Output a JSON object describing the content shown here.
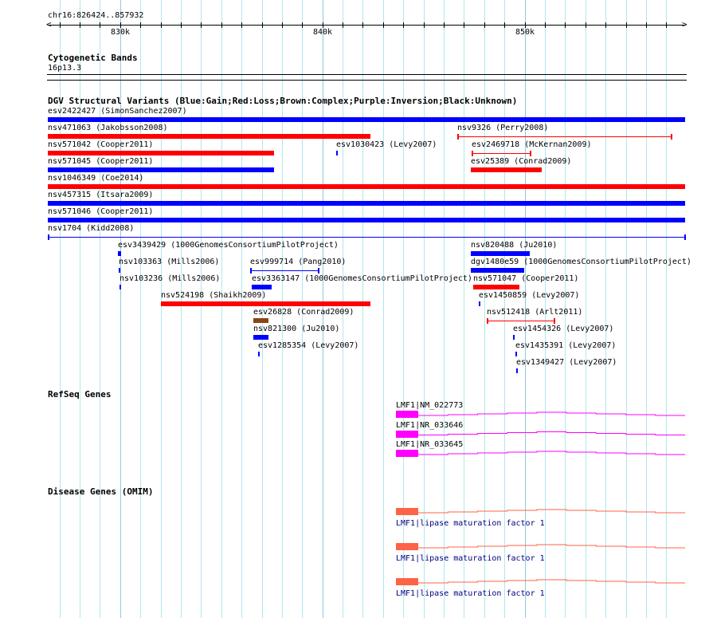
{
  "ruler": {
    "location": "chr16:826424..857932",
    "start": 826424,
    "end": 857932,
    "minor_tick_step": 1000,
    "major_ticks": [
      {
        "pos": 830000,
        "label": "830k"
      },
      {
        "pos": 840000,
        "label": "840k"
      },
      {
        "pos": 850000,
        "label": "850k"
      }
    ]
  },
  "colors": {
    "gain": "#0000ff",
    "loss": "#ff0000",
    "complex": "#8b4513",
    "refseq": "#ff00ff",
    "disease": "#ff6347",
    "disease_label": "#000080"
  },
  "cytobands": {
    "title": "Cytogenetic Bands",
    "band": "16p13.3"
  },
  "dgv": {
    "title": "DGV Structural Variants (Blue:Gain;Red:Loss;Brown:Complex;Purple:Inversion;Black:Unknown)",
    "features": [
      {
        "label": "esv2422427 (SimonSanchez2007)",
        "start": 826424,
        "end": 857932,
        "row": 0,
        "type": "gain",
        "glyph": "bar"
      },
      {
        "label": "nsv471063 (Jakobsson2008)",
        "start": 826424,
        "end": 842369,
        "row": 1,
        "type": "loss",
        "glyph": "bar"
      },
      {
        "label": "nsv9326 (Perry2008)",
        "start": 846660,
        "end": 857251,
        "row": 1,
        "type": "loss",
        "glyph": "line"
      },
      {
        "label": "nsv571042 (Cooper2011)",
        "start": 826424,
        "end": 837605,
        "row": 2,
        "type": "loss",
        "glyph": "bar"
      },
      {
        "label": "esv1030423 (Levy2007)",
        "start": 840676,
        "end": 840755,
        "row": 2,
        "type": "gain",
        "glyph": "bar"
      },
      {
        "label": "esv2469718 (McKernan2009)",
        "start": 847369,
        "end": 850282,
        "row": 2,
        "type": "loss",
        "glyph": "line"
      },
      {
        "label": "nsv571045 (Cooper2011)",
        "start": 826424,
        "end": 837605,
        "row": 3,
        "type": "gain",
        "glyph": "bar"
      },
      {
        "label": "esv25389 (Conrad2009)",
        "start": 847330,
        "end": 850833,
        "row": 3,
        "type": "loss",
        "glyph": "bar"
      },
      {
        "label": "nsv1046349 (Coe2014)",
        "start": 826424,
        "end": 857932,
        "row": 4,
        "type": "loss",
        "glyph": "bar"
      },
      {
        "label": "nsv457315 (Itsara2009)",
        "start": 826424,
        "end": 857932,
        "row": 5,
        "type": "gain",
        "glyph": "bar"
      },
      {
        "label": "nsv571046 (Cooper2011)",
        "start": 826424,
        "end": 857932,
        "row": 6,
        "type": "gain",
        "glyph": "bar"
      },
      {
        "label": "nsv1704 (Kidd2008)",
        "start": 826424,
        "end": 857932,
        "row": 7,
        "type": "gain",
        "glyph": "line"
      },
      {
        "label": "esv3439429 (1000GenomesConsortiumPilotProject)",
        "start": 829889,
        "end": 830046,
        "row": 8,
        "type": "gain",
        "glyph": "bar"
      },
      {
        "label": "nsv820488 (Ju2010)",
        "start": 847330,
        "end": 850243,
        "row": 8,
        "type": "gain",
        "glyph": "bar"
      },
      {
        "label": "nsv103363 (Mills2006)",
        "start": 829928,
        "end": 830007,
        "row": 9,
        "type": "gain",
        "glyph": "bar"
      },
      {
        "label": "esv999714 (Pang2010)",
        "start": 836424,
        "end": 839810,
        "row": 9,
        "type": "gain",
        "glyph": "line"
      },
      {
        "label": "dgv1480e59 (1000GenomesConsortiumPilotProject)",
        "start": 847330,
        "end": 849967,
        "row": 9,
        "type": "gain",
        "glyph": "bar"
      },
      {
        "label": "nsv103236 (Mills2006)",
        "start": 829967,
        "end": 830046,
        "row": 10,
        "type": "gain",
        "glyph": "bar"
      },
      {
        "label": "esv3363147 (1000GenomesConsortiumPilotProject)",
        "start": 836503,
        "end": 837487,
        "row": 10,
        "type": "gain",
        "glyph": "bar"
      },
      {
        "label": "nsv571047 (Cooper2011)",
        "start": 847448,
        "end": 849731,
        "row": 10,
        "type": "loss",
        "glyph": "bar"
      },
      {
        "label": "nsv524198 (Shaikh2009)",
        "start": 832015,
        "end": 842369,
        "row": 11,
        "type": "loss",
        "glyph": "bar"
      },
      {
        "label": "esv1450859 (Levy2007)",
        "start": 847723,
        "end": 847802,
        "row": 11,
        "type": "gain",
        "glyph": "bar"
      },
      {
        "label": "esv26828 (Conrad2009)",
        "start": 836581,
        "end": 837329,
        "row": 12,
        "type": "complex",
        "glyph": "bar"
      },
      {
        "label": "nsv512418 (Arlt2011)",
        "start": 848117,
        "end": 851463,
        "row": 12,
        "type": "loss",
        "glyph": "line"
      },
      {
        "label": "nsv821300 (Ju2010)",
        "start": 836581,
        "end": 837329,
        "row": 13,
        "type": "gain",
        "glyph": "bar"
      },
      {
        "label": "esv1454326 (Levy2007)",
        "start": 849416,
        "end": 849495,
        "row": 13,
        "type": "gain",
        "glyph": "bar"
      },
      {
        "label": "esv1285354 (Levy2007)",
        "start": 836818,
        "end": 836897,
        "row": 14,
        "type": "gain",
        "glyph": "bar"
      },
      {
        "label": "esv1435391 (Levy2007)",
        "start": 849534,
        "end": 849613,
        "row": 14,
        "type": "gain",
        "glyph": "bar"
      },
      {
        "label": "esv1349427 (Levy2007)",
        "start": 849573,
        "end": 849652,
        "row": 15,
        "type": "gain",
        "glyph": "bar"
      }
    ]
  },
  "refseq": {
    "title": "RefSeq Genes",
    "genes": [
      {
        "label": "LMF1|NM_022773",
        "start": 843629,
        "thick_end": 844731,
        "end": 857932
      },
      {
        "label": "LMF1|NR_033646",
        "start": 843629,
        "thick_end": 844731,
        "end": 857932
      },
      {
        "label": "LMF1|NR_033645",
        "start": 843629,
        "thick_end": 844731,
        "end": 857932
      }
    ]
  },
  "disease": {
    "title": "Disease Genes (OMIM)",
    "genes": [
      {
        "label": "LMF1|lipase maturation factor 1",
        "start": 843629,
        "thick_end": 844731,
        "end": 857932
      },
      {
        "label": "LMF1|lipase maturation factor 1",
        "start": 843629,
        "thick_end": 844731,
        "end": 857932
      },
      {
        "label": "LMF1|lipase maturation factor 1",
        "start": 843629,
        "thick_end": 844731,
        "end": 857932
      }
    ]
  }
}
